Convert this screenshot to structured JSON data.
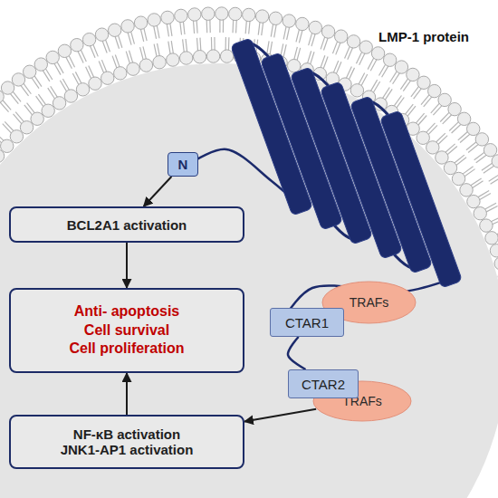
{
  "diagram": {
    "title": "LMP-1 protein",
    "nodes": [
      {
        "text": [
          "N"
        ]
      },
      {
        "text": [
          "BCL2A1 activation"
        ]
      },
      {
        "text": [
          "Anti- apoptosis",
          "Cell survival",
          "Cell proliferation"
        ]
      },
      {
        "text": [
          "CTAR1"
        ]
      },
      {
        "text": [
          "TRAFs"
        ]
      },
      {
        "text": [
          "CTAR2"
        ]
      },
      {
        "text": [
          "TRAFs"
        ]
      },
      {
        "text": [
          "NF-κB activation",
          "JNK1-AP1 activation"
        ]
      }
    ],
    "edges": [
      {
        "from": 0,
        "to": 1,
        "arrow": "to"
      },
      {
        "from": 1,
        "to": 2,
        "arrow": "to"
      },
      {
        "from": 3,
        "to": 5,
        "arrow": "none"
      },
      {
        "from": 6,
        "to": 7,
        "arrow": "to"
      },
      {
        "from": 7,
        "to": 2,
        "arrow": "to"
      }
    ]
  }
}
